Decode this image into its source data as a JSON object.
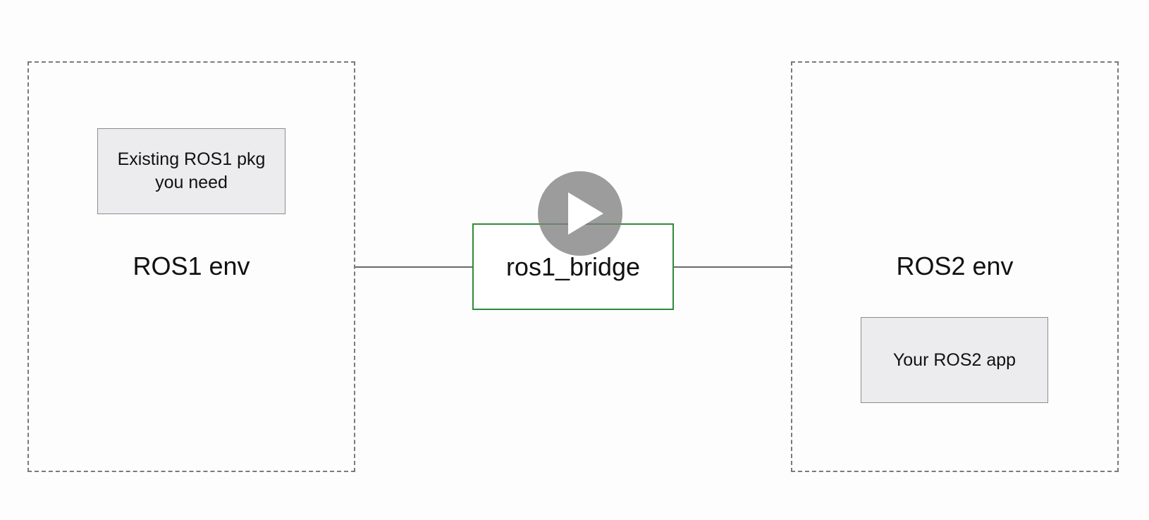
{
  "diagram": {
    "ros1_env": {
      "label": "ROS1 env",
      "package_label": "Existing ROS1 pkg you need"
    },
    "bridge": {
      "label": "ros1_bridge",
      "border_color": "#2e8b3a"
    },
    "ros2_env": {
      "label": "ROS2 env",
      "package_label": "Your ROS2 app"
    }
  },
  "video": {
    "play_icon": "play-icon",
    "overlay_color": "#808080"
  }
}
